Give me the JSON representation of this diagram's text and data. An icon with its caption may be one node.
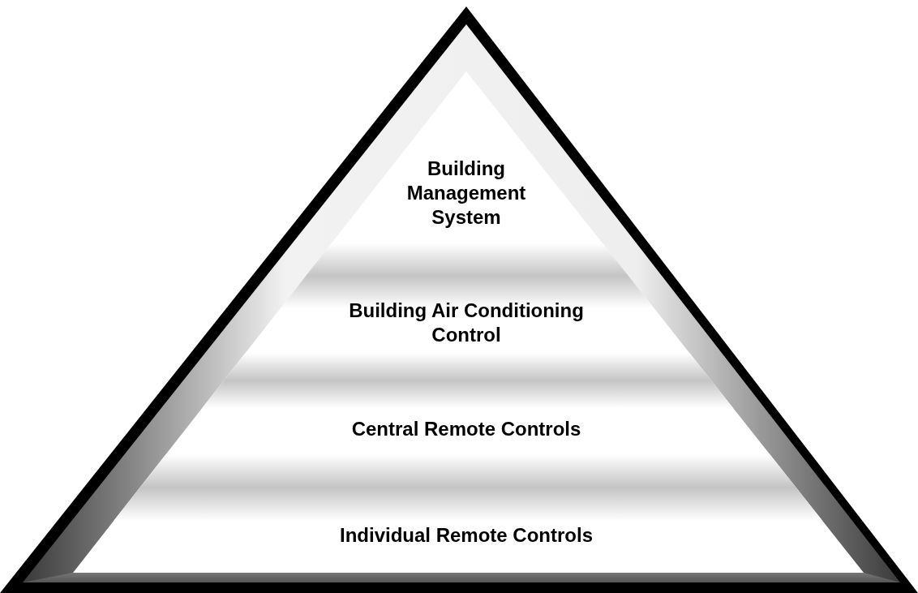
{
  "diagram": {
    "nodes": [
      {
        "text": [
          "Building Management System"
        ]
      },
      {
        "text": [
          "Building Air Conditioning Control"
        ]
      },
      {
        "text": [
          "Central Remote Controls"
        ]
      },
      {
        "text": [
          "Individual Remote Controls"
        ]
      }
    ]
  }
}
